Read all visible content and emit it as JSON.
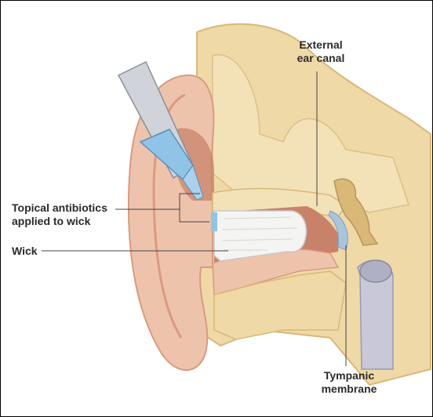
{
  "labels": {
    "external_canal": {
      "line1": "External",
      "line2": "ear canal"
    },
    "topical": {
      "line1": "Topical antibiotics",
      "line2": "applied to wick"
    },
    "wick": "Wick",
    "tympanic": {
      "line1": "Tympanic",
      "line2": "membrane"
    }
  },
  "colors": {
    "skin": "#eec3ab",
    "skin_dark": "#d99a80",
    "bone": "#efd9a6",
    "bone_dark": "#d9b878",
    "canal": "#c9826a",
    "wick": "#f4f4f2",
    "applicator_blue": "#8fc4e6",
    "tube": "#c8c8d8",
    "membrane": "#a9c4de"
  },
  "icons": [
    "ear-illustration"
  ]
}
